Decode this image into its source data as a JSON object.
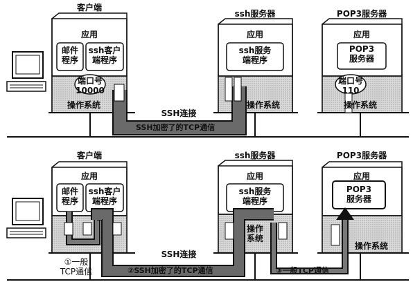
{
  "top": {
    "client_title": "客户端",
    "ssh_title": "ssh服务器",
    "pop3_title": "POP3服务器",
    "app_label": "应用",
    "mail_program": "邮件\n程序",
    "ssh_client_program": "ssh客户\n端程序",
    "port_number_client": "端口号\n10000",
    "ssh_server_program": "ssh服务\n端程序",
    "pop3_server_program": "POP3\n服务器",
    "port_number_pop3": "端口号\n110",
    "os_label": "操作系统",
    "ssh_connection": "SSH连接",
    "ssh_encrypted": "SSH加密了的TCP通信"
  },
  "bottom": {
    "client_title": "客户端",
    "ssh_title": "ssh服务器",
    "pop3_title": "POP3服务器",
    "app_label": "应用",
    "mail_program": "邮件\n程序",
    "ssh_client_program": "ssh客户\n端程序",
    "ssh_server_program": "ssh服务\n端程序",
    "pop3_server_program": "POP3\n服务器",
    "os_label": "操作系统",
    "os_label_split": "操作\n系统",
    "ssh_connection": "SSH连接",
    "step1": "①一般\nTCP通信",
    "step2": "②SSH加密了的TCP通信",
    "step3": "③一般TCP通信"
  }
}
